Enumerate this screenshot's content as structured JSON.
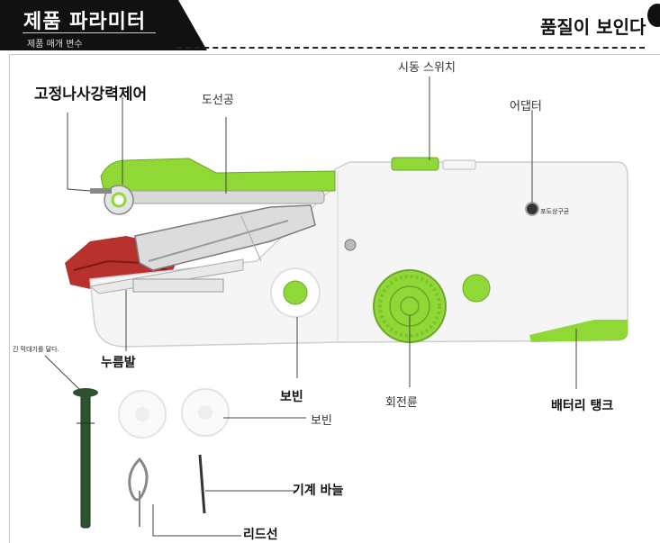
{
  "header": {
    "title": "제품 파라미터",
    "subtitle": "제품 매개 변수",
    "right_title": "품질이 보인다"
  },
  "labels": {
    "fixing_screw": "고정나사강력제어",
    "thread_guide": "도선공",
    "power_switch": "시동 스위치",
    "adapter": "어댑터",
    "adapter_port": "포도상구균",
    "presser_foot": "누름발",
    "bobbin_main": "보빈",
    "handwheel": "회전륜",
    "battery_tank": "배터리 탱크",
    "spindle_note": "긴 막대기를 달다.",
    "bobbin_spare": "보빈",
    "machine_needle": "기계 바늘",
    "threader": "리드선"
  },
  "colors": {
    "accent_green": "#8fd836",
    "body_white": "#f4f4f4",
    "header_black": "#111111"
  }
}
